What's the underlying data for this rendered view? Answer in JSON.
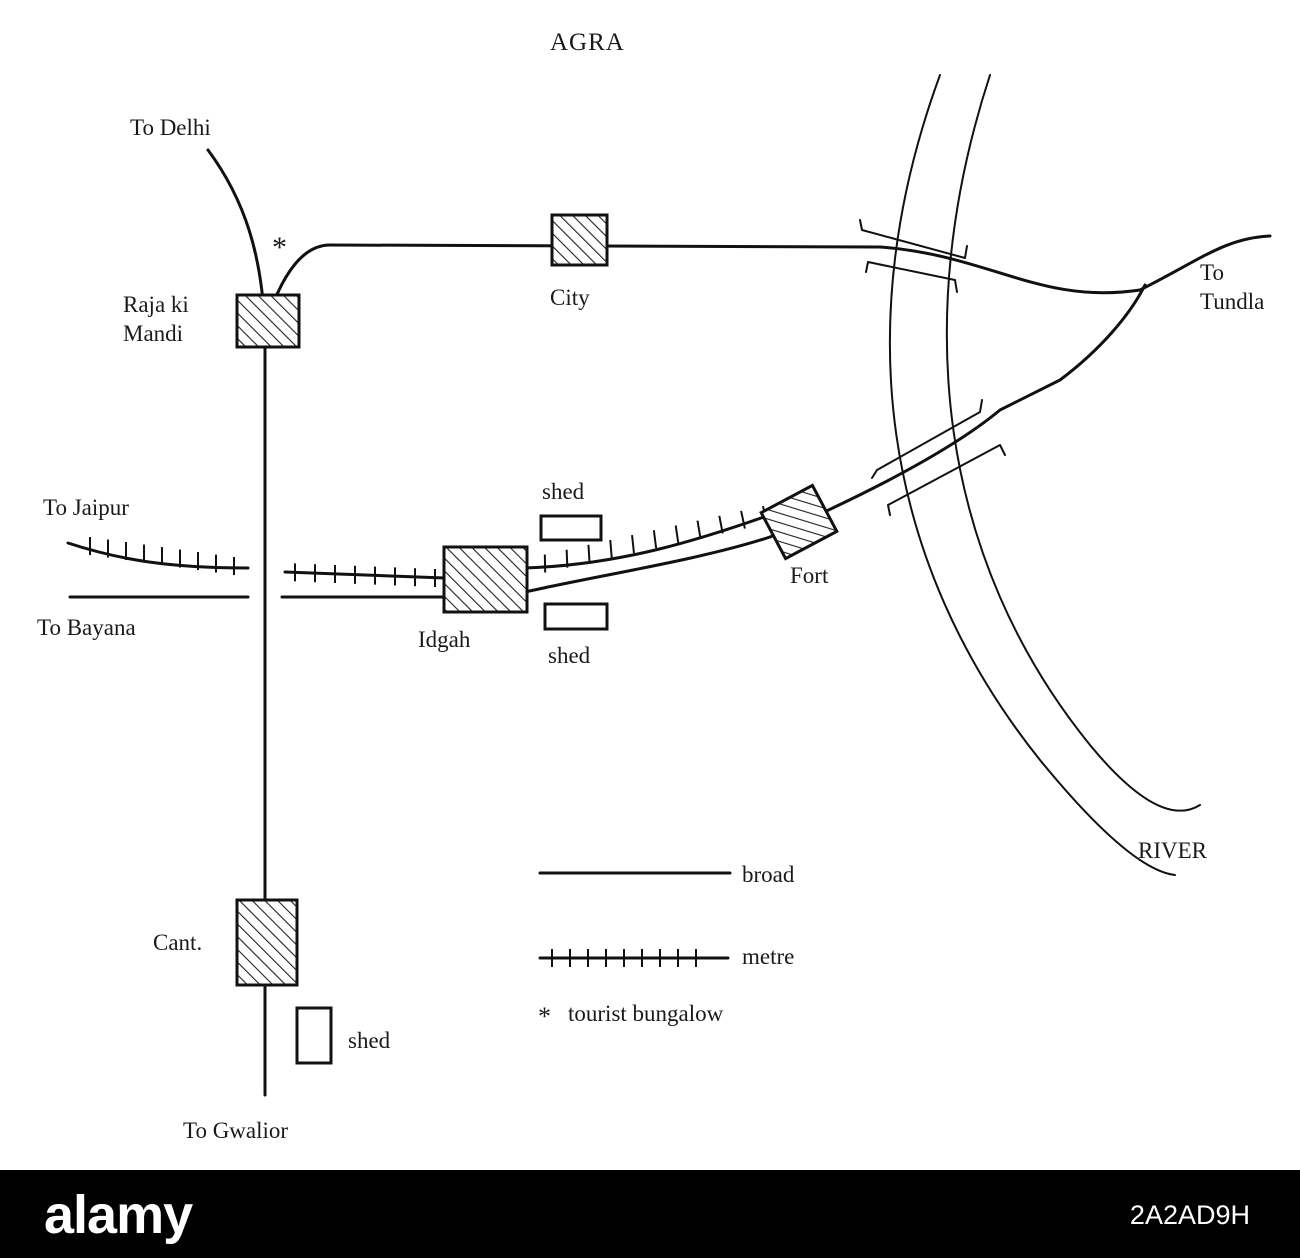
{
  "map": {
    "title": "AGRA",
    "places": {
      "to_delhi": "To Delhi",
      "raja_ki_mandi_1": "Raja ki",
      "raja_ki_mandi_2": "Mandi",
      "city": "City",
      "to_tundla_1": "To",
      "to_tundla_2": "Tundla",
      "to_jaipur": "To Jaipur",
      "to_bayana": "To Bayana",
      "shed_upper": "shed",
      "shed_lower": "shed",
      "idgah": "Idgah",
      "fort": "Fort",
      "river": "RIVER",
      "cant": "Cant.",
      "shed_cant": "shed",
      "to_gwalior": "To Gwalior"
    },
    "legend": {
      "broad": "broad",
      "metre": "metre",
      "bungalow_symbol": "*",
      "bungalow": "tourist bungalow"
    }
  },
  "watermark": {
    "brand": "alamy",
    "code": "2A2AD9H"
  }
}
